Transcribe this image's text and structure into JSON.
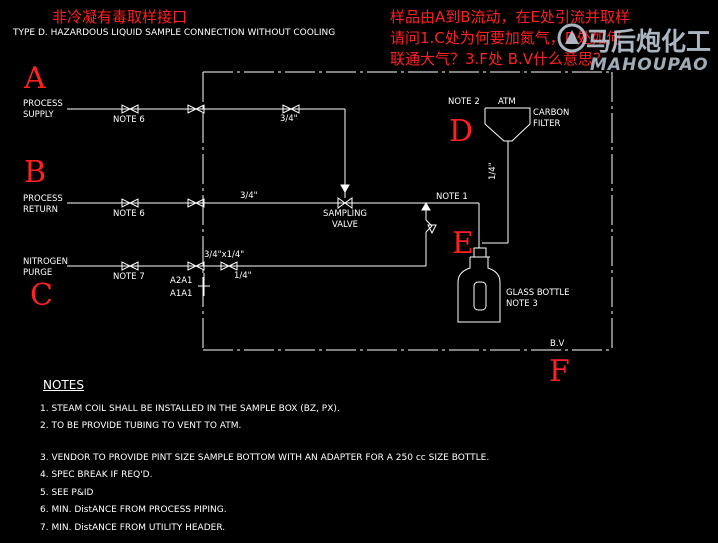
{
  "header": {
    "title_cn": "非冷凝有毒取样接口",
    "title_en": "TYPE D. HAZARDOUS LIQUID SAMPLE CONNECTION WITHOUT COOLING"
  },
  "question": {
    "line1": "样品由A到B流动，在E处引流并取样",
    "line2": "请问1.C处为何要加氮气，D处如何",
    "line3": "联通大气？3.F处 B.V什么意思？"
  },
  "watermark": {
    "cn": "马后炮化工",
    "en": "MAHOUPAO"
  },
  "point_labels": {
    "a": "A",
    "b": "B",
    "c": "C",
    "d": "D",
    "e": "E",
    "f": "F"
  },
  "lines": {
    "process_supply": "PROCESS\nSUPPLY",
    "process_return": "PROCESS\nRETURN",
    "nitrogen_purge": "NITROGEN\nPURGE"
  },
  "diagram": {
    "note6_top": "NOTE 6",
    "size_top": "3/4\"",
    "note6_mid": "NOTE 6",
    "size_mid": "3/4\"",
    "note7": "NOTE 7",
    "size_reducer": "3/4\"x1/4\"",
    "size_quarter": "1/4\"",
    "a2a1": "A2A1",
    "a1a1": "A1A1",
    "sampling_valve": "SAMPLING\nVALVE",
    "note1": "NOTE 1",
    "note2": "NOTE 2",
    "atm": "ATM",
    "carbon_filter": "CARBON\nFILTER",
    "size_vertical": "1/4\"",
    "glass_bottle": "GLASS BOTTLE",
    "note3": "NOTE 3",
    "bv": "B.V"
  },
  "notes": {
    "title": "NOTES",
    "items": [
      "1. STEAM COIL SHALL BE INSTALLED IN THE SAMPLE BOX (BZ, PX).",
      "2. TO BE PROVIDE TUBING TO VENT TO ATM.",
      "3. VENDOR TO PROVIDE PINT SIZE SAMPLE BOTTOM WITH AN ADAPTER FOR A 250 cc SIZE BOTTLE.",
      "4. SPEC BREAK IF REQ'D.",
      "5. SEE P&ID",
      "6. MIN. DistANCE FROM PROCESS PIPING.",
      "7. MIN. DistANCE FROM UTILITY HEADER."
    ]
  }
}
